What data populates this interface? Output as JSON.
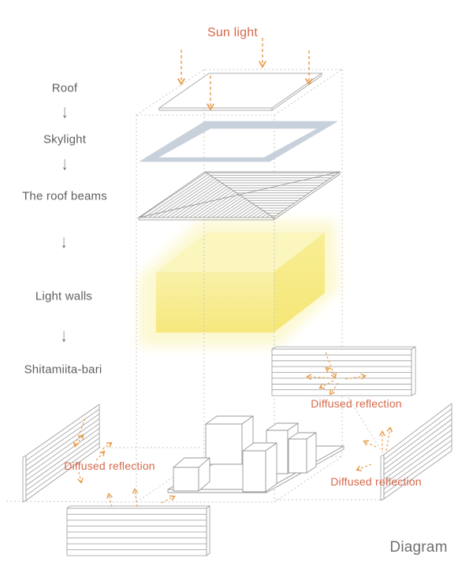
{
  "diagram": {
    "sun_label": "Sun light",
    "flow_arrow_glyph": "↓",
    "flow_steps": [
      {
        "label": "Roof"
      },
      {
        "label": "Skylight"
      },
      {
        "label": "The roof beams"
      },
      {
        "label": "Light walls"
      },
      {
        "label": "Shitamiita-bari"
      }
    ],
    "reflection_labels": {
      "left": "Diffused reflection",
      "right_upper": "Diffused reflection",
      "right_lower": "Diffused reflection"
    },
    "caption": "Diagram",
    "colors": {
      "accent-text": "#D7684A",
      "accent-arrow": "#E79C4C",
      "label-gray": "#5E5E5E",
      "caption-gray": "#6F6F6F",
      "line-gray": "#9A9A9A",
      "dash-gray": "#C9C9C9",
      "hatch-gray": "#8F8F8F",
      "skylight-fill": "#C8D1DB",
      "glow-yellow": "#FBF7C8",
      "box-top-yellow": "#FBF5BE",
      "box-front-yellow-1": "#F9F1A8",
      "box-front-yellow-2": "#F6E87C",
      "box-right-yellow-1": "#F8EE96",
      "box-right-yellow-2": "#F5E674"
    }
  }
}
